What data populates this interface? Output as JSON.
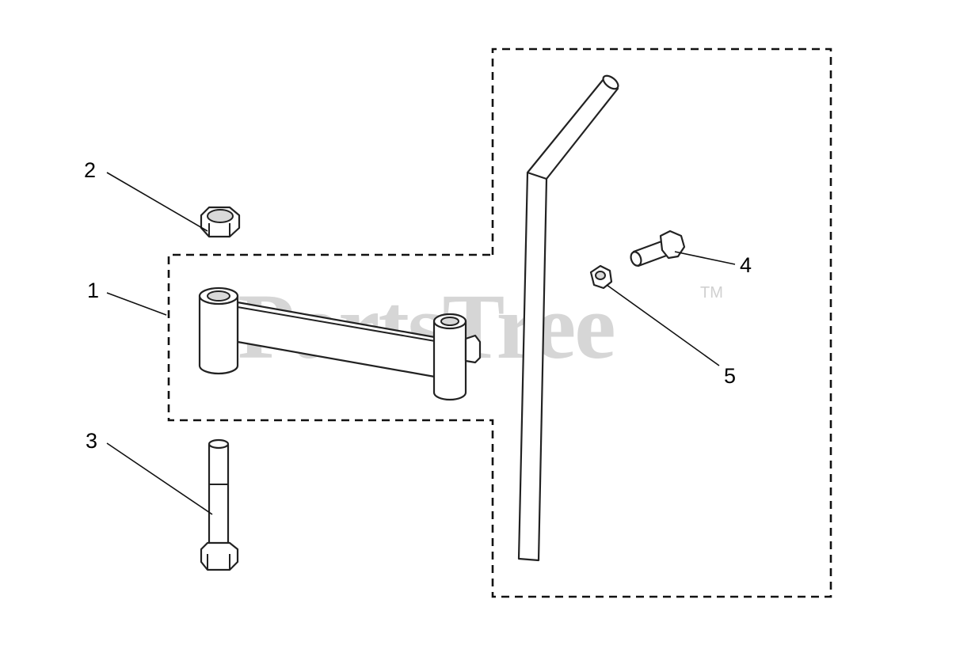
{
  "watermark": {
    "text": "PartsTree",
    "tm": "TM"
  },
  "callouts": [
    {
      "id": "1",
      "label": "1",
      "part": "arm"
    },
    {
      "id": "2",
      "label": "2",
      "part": "lock-nut"
    },
    {
      "id": "3",
      "label": "3",
      "part": "hex-bolt"
    },
    {
      "id": "4",
      "label": "4",
      "part": "small-bolt"
    },
    {
      "id": "5",
      "label": "5",
      "part": "small-nut"
    }
  ],
  "colors": {
    "line": "#222222",
    "watermark": "#d6d6d6",
    "background": "#ffffff"
  }
}
